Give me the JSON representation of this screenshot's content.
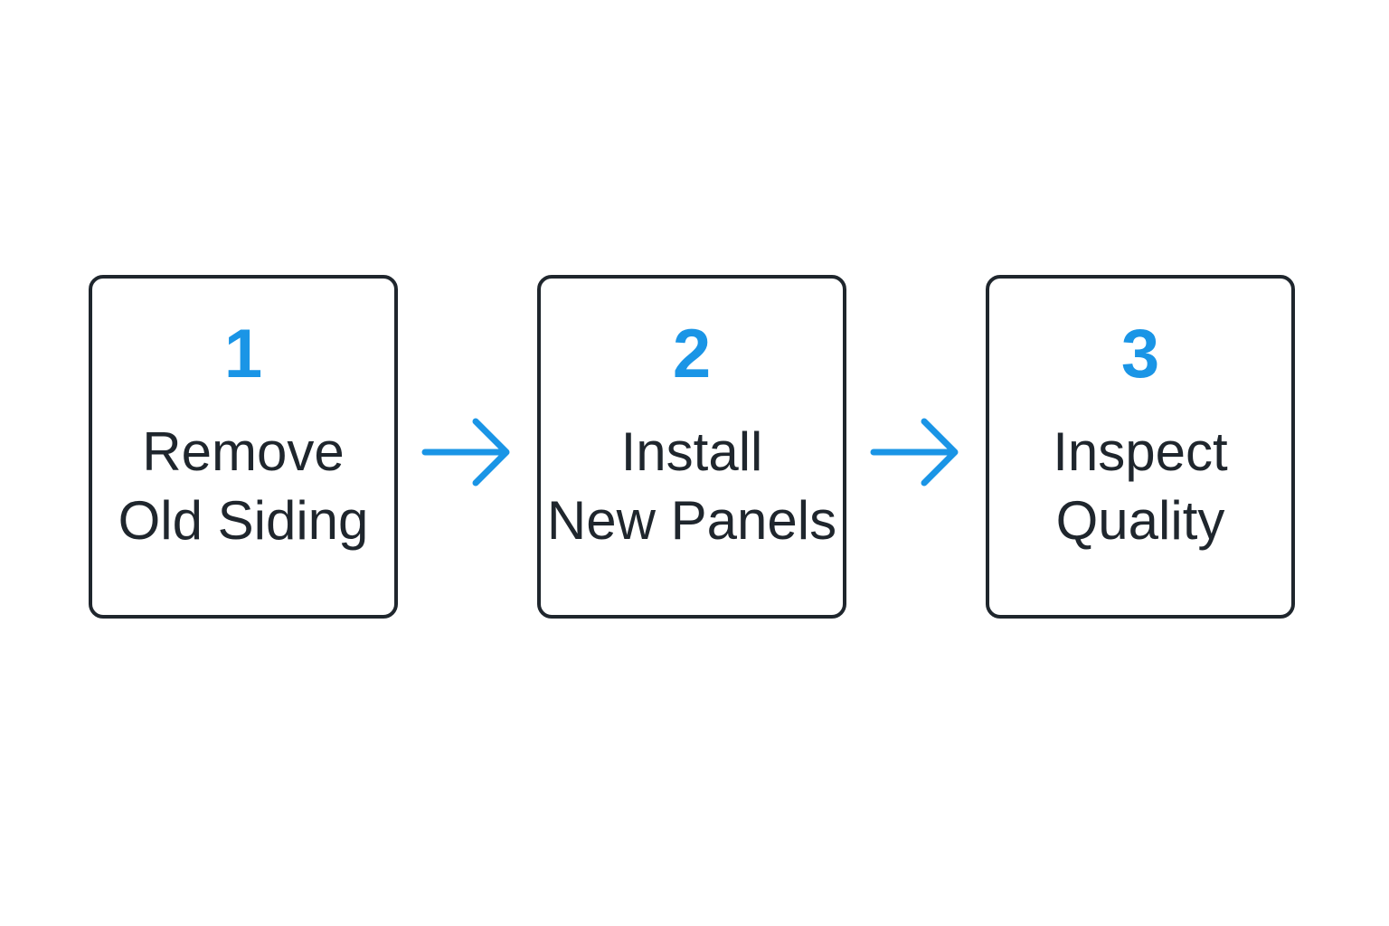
{
  "colors": {
    "accent": "#1a95e6",
    "text": "#1f262d",
    "border": "#1f262d",
    "background": "#ffffff"
  },
  "steps": [
    {
      "number": "1",
      "line1": "Remove",
      "line2": "Old Siding"
    },
    {
      "number": "2",
      "line1": "Install",
      "line2": "New Panels"
    },
    {
      "number": "3",
      "line1": "Inspect",
      "line2": "Quality"
    }
  ],
  "connectors": [
    {
      "from": "1",
      "to": "2",
      "icon": "arrow-right-icon"
    },
    {
      "from": "2",
      "to": "3",
      "icon": "arrow-right-icon"
    }
  ]
}
